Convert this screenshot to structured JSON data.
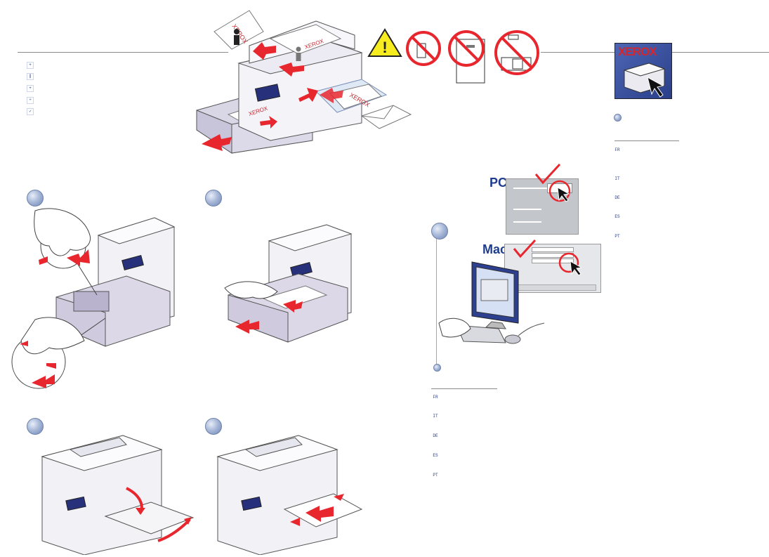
{
  "brand": {
    "name": "XEROX",
    "color": "#c4262e"
  },
  "accent": "#e8262e",
  "platform_labels": {
    "pc": "PC",
    "mac": "Mac"
  },
  "left_column_icons": [
    "fr-icon",
    "it-icon",
    "de-icon",
    "es-icon",
    "pt-icon"
  ],
  "right_column_icons": [
    {
      "label": "FR"
    },
    {
      "label": "IT"
    },
    {
      "label": "DE"
    },
    {
      "label": "ES"
    },
    {
      "label": "PT"
    }
  ],
  "middle_column_icons": [
    {
      "label": "FR"
    },
    {
      "label": "IT"
    },
    {
      "label": "DE"
    },
    {
      "label": "ES"
    },
    {
      "label": "PT"
    }
  ],
  "warning_icons": [
    "warning-icon",
    "no-transparency-icon",
    "no-labels-icon",
    "no-stapled-envelopes-icon"
  ],
  "steps": [
    "step-1",
    "step-2",
    "step-3",
    "step-4",
    "step-5"
  ]
}
